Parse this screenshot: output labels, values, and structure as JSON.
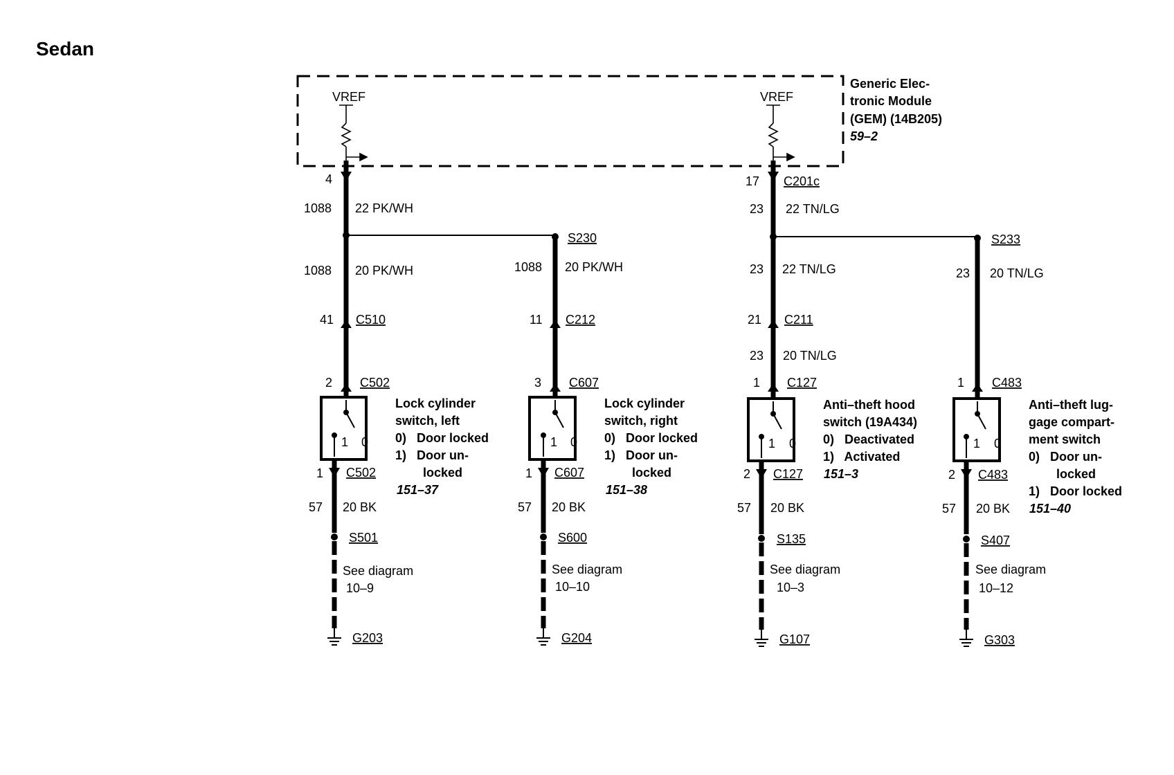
{
  "page_title": "Sedan",
  "gem": {
    "title_lines": [
      "Generic Elec-",
      "tronic Module",
      "(GEM) (14B205)"
    ],
    "ref": "59–2",
    "vref_left": "VREF",
    "vref_right": "VREF"
  },
  "connector_top": "C201c",
  "branch_left": {
    "pin_top": "4",
    "circuit_top": "1088",
    "wire_top": "22 PK/WH",
    "splice": "S230"
  },
  "branch_right": {
    "pin_top": "17",
    "circuit_top": "23",
    "wire_top": "22 TN/LG",
    "splice": "S233"
  },
  "columns": [
    {
      "circuit_mid": "1088",
      "wire_mid": "20 PK/WH",
      "inline_pin": "41",
      "inline_conn": "C510",
      "extra_circuit": "",
      "extra_wire": "",
      "switch_pin": "2",
      "switch_conn": "C502",
      "switch_pos0": "0",
      "switch_pos1": "1",
      "desc": [
        "Lock cylinder",
        "switch, left",
        "0)   Door locked",
        "1)   Door un-",
        "        locked"
      ],
      "ref": "151–37",
      "gnd_pin": "1",
      "gnd_conn": "C502",
      "gnd_circuit": "57",
      "gnd_wire": "20 BK",
      "splice": "S501",
      "see": "See diagram",
      "see_ref": "10–9",
      "ground": "G203"
    },
    {
      "circuit_mid": "1088",
      "wire_mid": "20 PK/WH",
      "inline_pin": "11",
      "inline_conn": "C212",
      "extra_circuit": "",
      "extra_wire": "",
      "switch_pin": "3",
      "switch_conn": "C607",
      "switch_pos0": "0",
      "switch_pos1": "1",
      "desc": [
        "Lock cylinder",
        "switch, right",
        "0)   Door locked",
        "1)   Door un-",
        "        locked"
      ],
      "ref": "151–38",
      "gnd_pin": "1",
      "gnd_conn": "C607",
      "gnd_circuit": "57",
      "gnd_wire": "20 BK",
      "splice": "S600",
      "see": "See diagram",
      "see_ref": "10–10",
      "ground": "G204"
    },
    {
      "circuit_mid": "23",
      "wire_mid": "22 TN/LG",
      "inline_pin": "21",
      "inline_conn": "C211",
      "extra_circuit": "23",
      "extra_wire": "20 TN/LG",
      "switch_pin": "1",
      "switch_conn": "C127",
      "switch_pos0": "0",
      "switch_pos1": "1",
      "desc": [
        "Anti–theft hood",
        "switch (19A434)",
        "0)   Deactivated",
        "1)   Activated"
      ],
      "ref": "151–3",
      "gnd_pin": "2",
      "gnd_conn": "C127",
      "gnd_circuit": "57",
      "gnd_wire": "20 BK",
      "splice": "S135",
      "see": "See diagram",
      "see_ref": "10–3",
      "ground": "G107"
    },
    {
      "circuit_mid": "23",
      "wire_mid": "20 TN/LG",
      "inline_pin": "",
      "inline_conn": "",
      "extra_circuit": "",
      "extra_wire": "",
      "switch_pin": "1",
      "switch_conn": "C483",
      "switch_pos0": "0",
      "switch_pos1": "1",
      "desc": [
        "Anti–theft lug-",
        "gage compart-",
        "ment switch",
        "0)   Door un-",
        "        locked",
        "1)   Door locked"
      ],
      "ref": "151–40",
      "gnd_pin": "2",
      "gnd_conn": "C483",
      "gnd_circuit": "57",
      "gnd_wire": "20 BK",
      "splice": "S407",
      "see": "See diagram",
      "see_ref": "10–12",
      "ground": "G303"
    }
  ]
}
